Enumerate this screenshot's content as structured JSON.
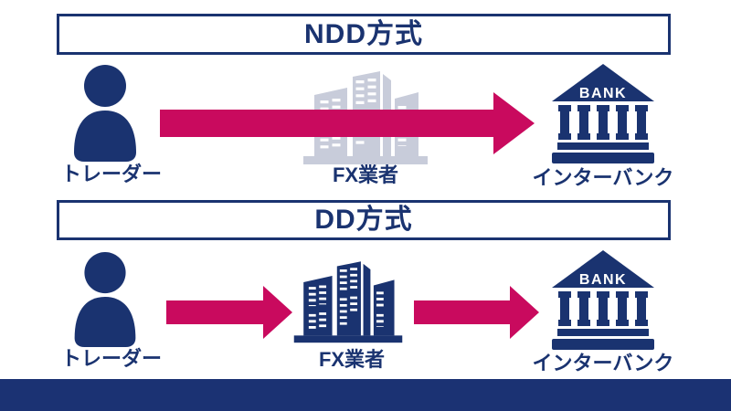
{
  "colors": {
    "navy": "#1A3370",
    "pink": "#C90A5E",
    "faded_icon": "#C8CCDA",
    "footer": "#1B3273",
    "background": "#FFFFFF"
  },
  "icons": [
    "person-icon",
    "buildings-icon",
    "bank-icon",
    "arrow-right-icon"
  ],
  "sections": {
    "ndd": {
      "title": "NDD方式",
      "trader_label": "トレーダー",
      "broker_label": "FX業者",
      "bank_label": "インターバンク",
      "bank_sign": "BANK"
    },
    "dd": {
      "title": "DD方式",
      "trader_label": "トレーダー",
      "broker_label": "FX業者",
      "bank_label": "インターバンク",
      "bank_sign": "BANK"
    }
  }
}
